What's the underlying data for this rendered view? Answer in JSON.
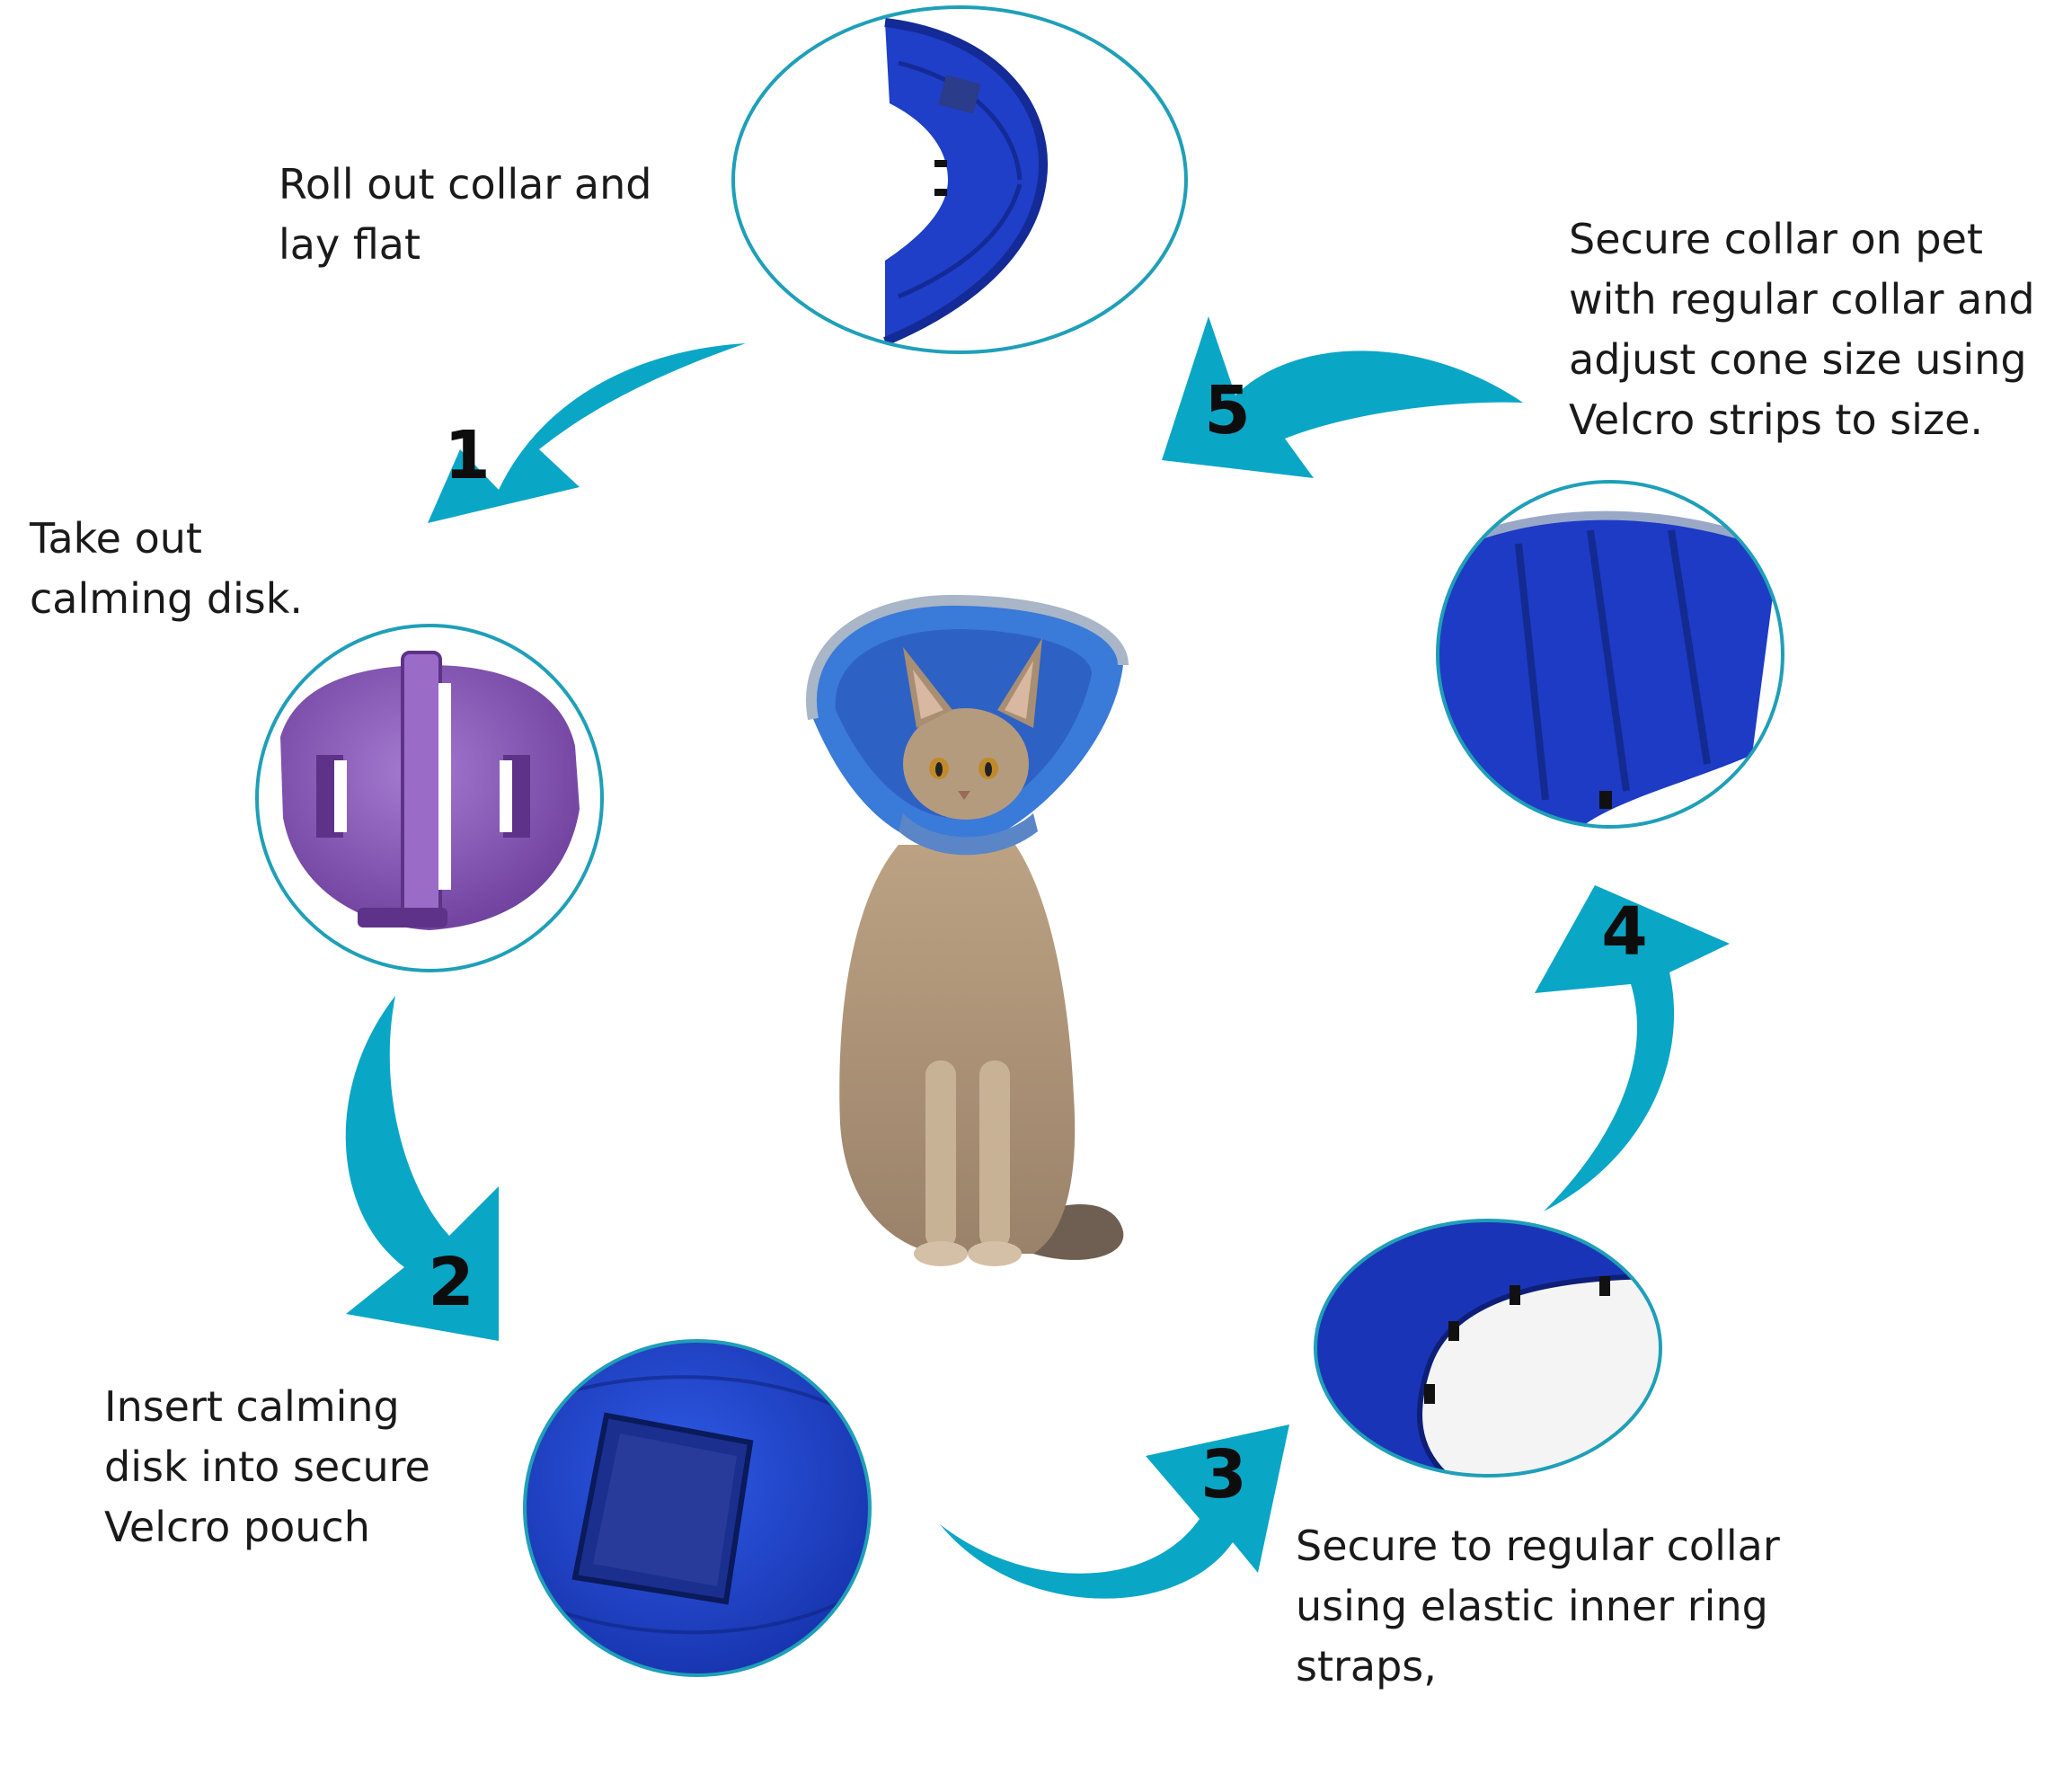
{
  "steps": [
    {
      "number": "1",
      "lines": [
        "Roll out collar and",
        "lay flat"
      ]
    },
    {
      "number": "2",
      "lines": [
        "Take out",
        "calming disk."
      ]
    },
    {
      "number": "3",
      "lines": [
        "Insert calming",
        "disk into secure",
        "Velcro pouch"
      ]
    },
    {
      "number": "4",
      "lines": [
        "Secure to regular collar",
        "using elastic inner ring",
        "straps,"
      ]
    },
    {
      "number": "5",
      "lines": [
        "Secure collar on pet",
        "with regular collar and",
        "adjust cone size using",
        "Velcro strips to size."
      ]
    }
  ],
  "colors": {
    "arrow": "#0aa6c6",
    "ring": "#1f9fb8",
    "cone_blue": "#1f3fc8",
    "cone_dark": "#142a96",
    "disk_purple": "#8a58b8",
    "cat_fur": "#b49a7c"
  },
  "icons": [
    "curved-arrow-icon",
    "cone-flat-photo",
    "calming-disk-photo",
    "velcro-pouch-photo",
    "inner-ring-photo",
    "cone-edge-photo",
    "cat-in-cone-photo"
  ]
}
